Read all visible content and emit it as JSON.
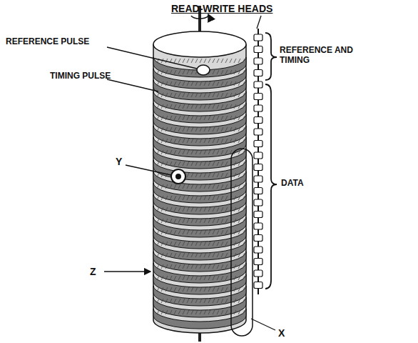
{
  "diagram": {
    "labels": [
      "READ-WRITE HEADS",
      "REFERENCE PULSE",
      "TIMING PULSE",
      "REFERENCE AND TIMING",
      "Y",
      "DATA",
      "Z",
      "X"
    ]
  }
}
